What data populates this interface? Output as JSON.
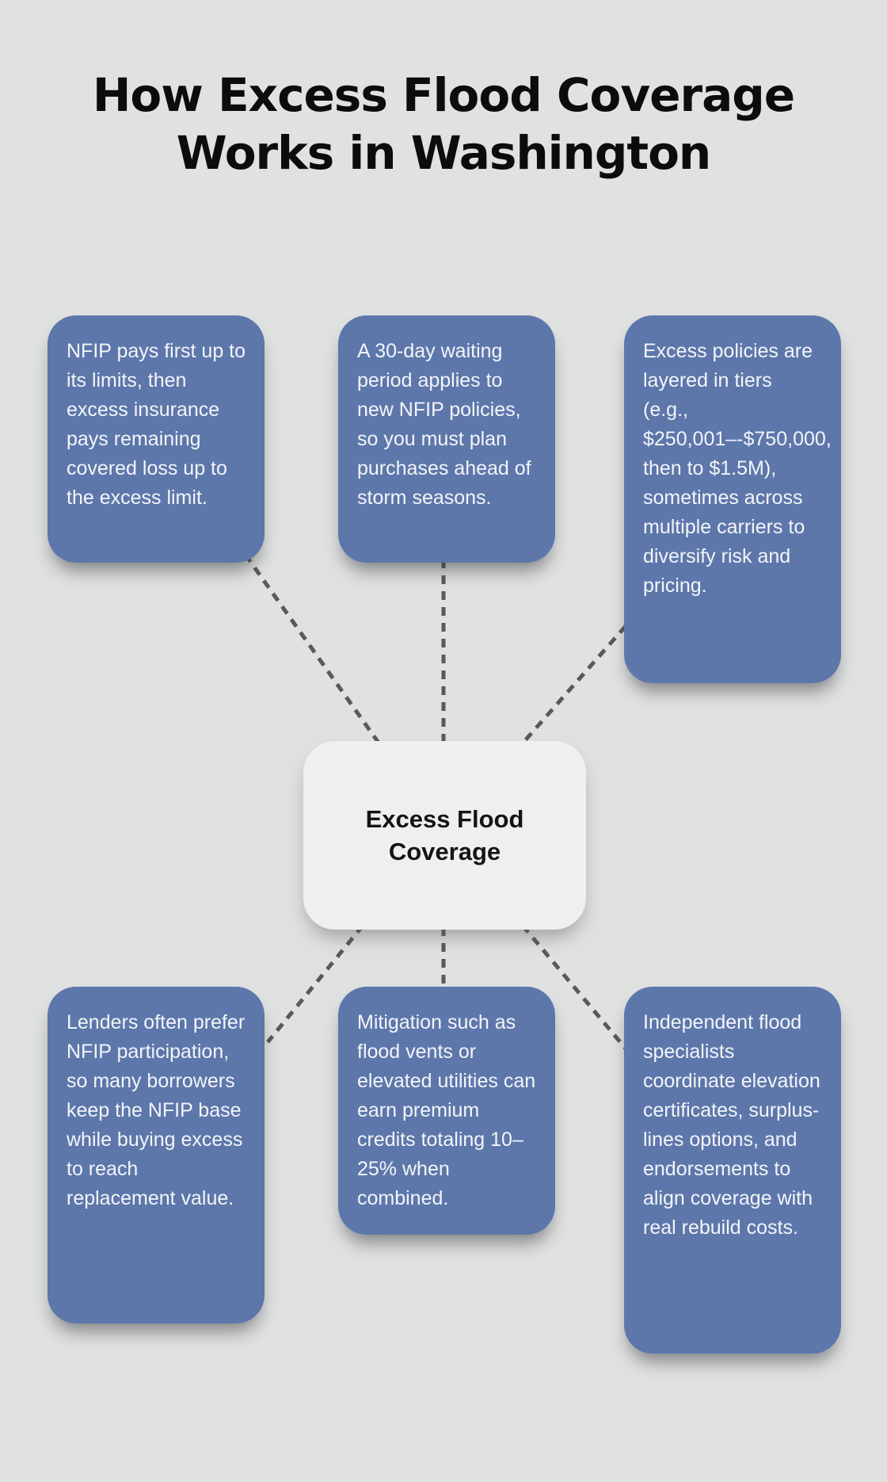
{
  "title": {
    "line1": "How Excess Flood Coverage",
    "line2": "Works in Washington"
  },
  "center_node": {
    "label": "Excess Flood Coverage"
  },
  "cards": [
    {
      "id": "nfip-pays-first",
      "text": "NFIP pays first up to its limits, then excess insurance pays remaining covered loss up to the excess limit."
    },
    {
      "id": "waiting-period",
      "text": "A 30-day waiting period applies to new NFIP policies, so you must plan purchases ahead of storm seasons."
    },
    {
      "id": "layered-tiers",
      "text": "Excess policies are layered in tiers (e.g., $250,001–-$750,000, then to $1.5M), sometimes across multiple carriers to diversify risk and pricing."
    },
    {
      "id": "lender-preference",
      "text": "Lenders often prefer NFIP participation, so many borrowers keep the NFIP base while buying excess to reach replacement value."
    },
    {
      "id": "mitigation-credits",
      "text": "Mitigation such as flood vents or elevated utilities can earn premium credits totaling 10–25% when combined."
    },
    {
      "id": "flood-specialists",
      "text": "Independent flood specialists coordinate elevation certificates, surplus-lines options, and endorsements to align coverage with real rebuild costs."
    }
  ],
  "colors": {
    "background": "#e0e1e1",
    "card_fill": "#5d77ab",
    "card_text": "#f3f5f8",
    "center_fill": "#eef0f0",
    "center_text": "#141414",
    "title_text": "#0c0c0c",
    "connector": "#58595a"
  }
}
